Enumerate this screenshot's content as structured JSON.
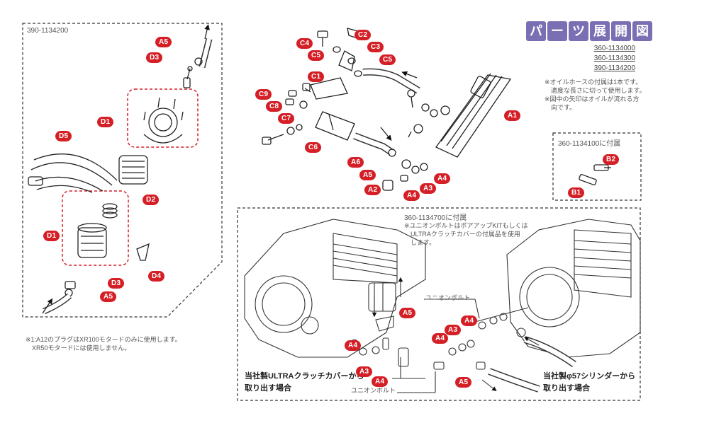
{
  "title_chars": [
    "パ",
    "ー",
    "ツ",
    "展",
    "開",
    "図"
  ],
  "product_codes": [
    "360-1134000",
    "360-1134300",
    "390-1134200"
  ],
  "notes_top_right": [
    "※オイルホースの付属は1本です。",
    "　適度な長さに切って使用します。",
    "※図中の矢印はオイルが流れる方",
    "　向です。"
  ],
  "box_left": {
    "code": "390-1134200"
  },
  "box_b": {
    "code": "360-1134100に付属"
  },
  "box_bottom": {
    "code": "360-1134700に付属",
    "notes": [
      "※ユニオンボルトはボアアップKITもしくは",
      "　ULTRAクラッチカバーの付属品を使用",
      "　します。"
    ],
    "union_bolt_label": "ユニオンボルト",
    "caption_left": [
      "当社製ULTRAクラッチカバーから",
      "取り出す場合"
    ],
    "caption_right": [
      "当社製φ57シリンダーから",
      "取り出す場合"
    ]
  },
  "footnote": [
    "※1:A12のプラグはXR100モタードのみに使用します。",
    "　XR50モタードには使用しません。"
  ],
  "labels": {
    "A1": "A1",
    "A2": "A2",
    "A3": "A3",
    "A4": "A4",
    "A5": "A5",
    "A6": "A6",
    "B1": "B1",
    "B2": "B2",
    "C1": "C1",
    "C2": "C2",
    "C3": "C3",
    "C4": "C4",
    "C5": "C5",
    "C6": "C6",
    "C7": "C7",
    "C8": "C8",
    "C9": "C9",
    "D1": "D1",
    "D2": "D2",
    "D3": "D3",
    "D4": "D4",
    "D5": "D5"
  },
  "colors": {
    "label_red": "#d51f26",
    "title_purple": "#7b6fb3",
    "line": "#222222"
  }
}
